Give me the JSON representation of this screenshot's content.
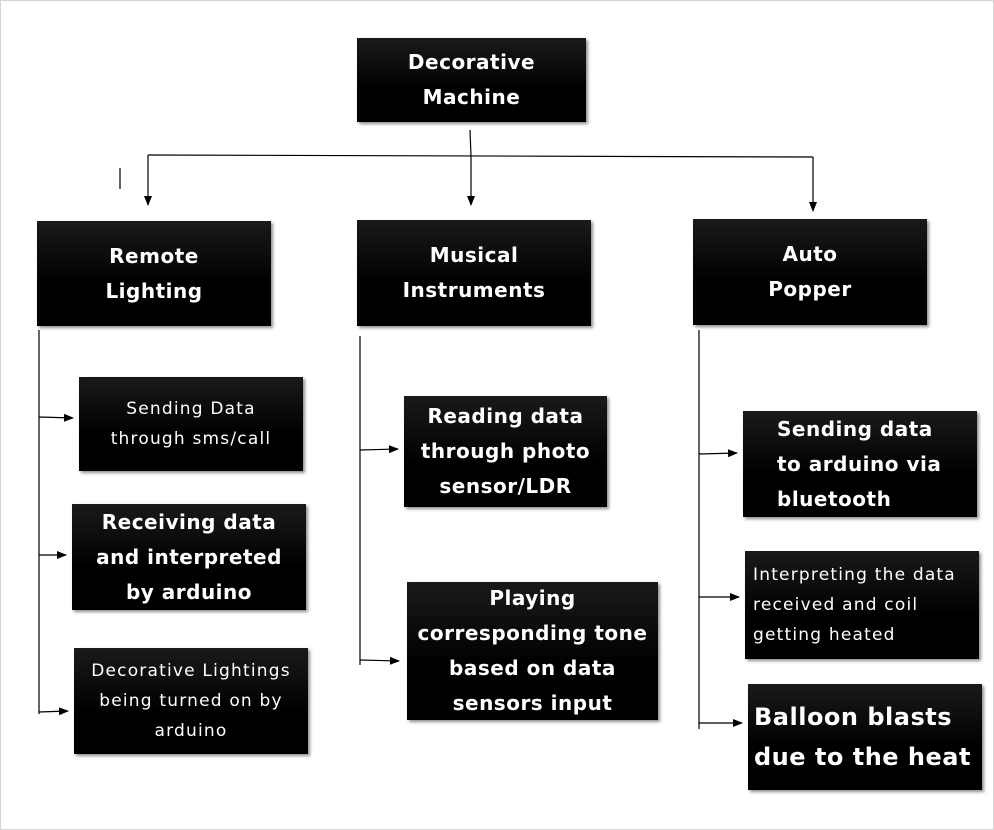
{
  "root": {
    "label": "Decorative\nMachine"
  },
  "branches": [
    {
      "label": "Remote\nLighting",
      "steps": [
        "Sending Data\nthrough sms/call",
        "Receiving data\nand interpreted\nby arduino",
        "Decorative Lightings\nbeing turned on by\narduino"
      ]
    },
    {
      "label": "Musical\nInstruments",
      "steps": [
        "Reading data\nthrough photo\nsensor/LDR",
        "Playing\ncorresponding tone\nbased on data\nsensors input"
      ]
    },
    {
      "label": "Auto\nPopper",
      "steps": [
        "Sending data\nto arduino via\nbluetooth",
        "Interpreting the data\nreceived and coil\ngetting heated",
        "Balloon blasts\ndue to the heat"
      ]
    }
  ]
}
